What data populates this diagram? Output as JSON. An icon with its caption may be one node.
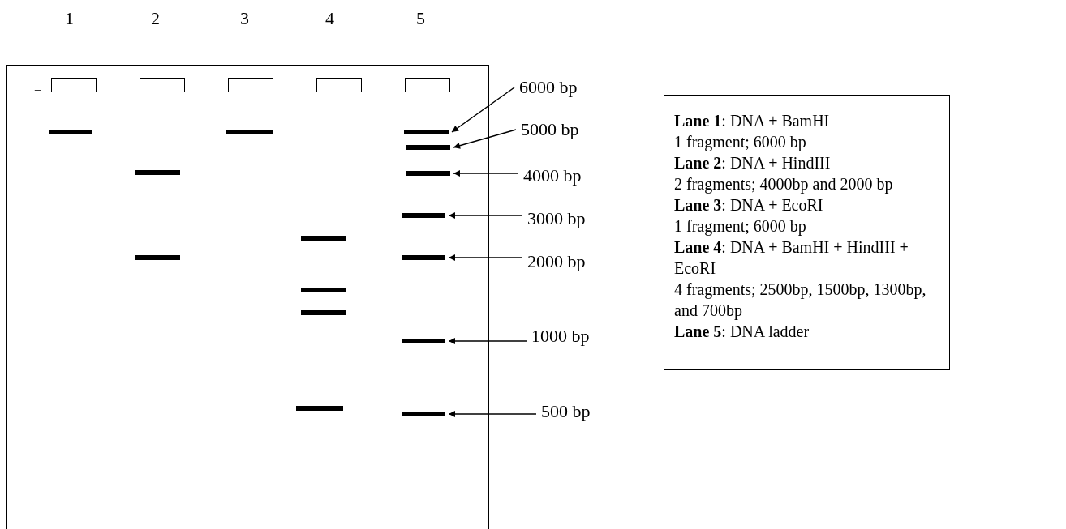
{
  "diagram": {
    "nodes": [
      {
        "text": [],
        "shape": "box"
      },
      {
        "text": [],
        "shape": "bar",
        "in": 0
      },
      {
        "text": [],
        "shape": "bar",
        "in": 0
      },
      {
        "text": [],
        "shape": "bar",
        "in": 0
      },
      {
        "text": [],
        "shape": "bar",
        "in": 0
      },
      {
        "text": [],
        "shape": "bar",
        "in": 0
      },
      {
        "text": [],
        "shape": "bar",
        "in": 0
      },
      {
        "text": [],
        "shape": "bar",
        "in": 0
      },
      {
        "text": [
          "6000 bp"
        ]
      },
      {
        "text": [
          "5000 bp"
        ]
      },
      {
        "text": [
          "4000 bp"
        ]
      },
      {
        "text": [
          "3000 bp"
        ]
      },
      {
        "text": [
          "2000 bp"
        ]
      },
      {
        "text": [
          "1000 bp"
        ]
      },
      {
        "text": [
          "500 bp"
        ]
      },
      {
        "text": [
          "**Lane 1**: DNA + BamHI",
          "1 fragment; 6000 bp",
          "**Lane 2**: DNA + HindIII",
          "2 fragments; 4000bp and 2000 bp",
          "**Lane 3**: DNA + EcoRI",
          "1 fragment; 6000 bp",
          "**Lane 4**: DNA + BamHI + HindIII + EcoRI",
          "4 fragments; 2500bp, 1500bp, 1300bp, and 700bp",
          "**Lane 5**: DNA ladder"
        ]
      }
    ],
    "edges": [
      {
        "from": 8,
        "to": 1,
        "arrow": "to"
      },
      {
        "from": 9,
        "to": 2,
        "arrow": "to"
      },
      {
        "from": 10,
        "to": 3,
        "arrow": "to"
      },
      {
        "from": 11,
        "to": 4,
        "arrow": "to"
      },
      {
        "from": 12,
        "to": 5,
        "arrow": "to"
      },
      {
        "from": 13,
        "to": 6,
        "arrow": "to"
      },
      {
        "from": 14,
        "to": 7,
        "arrow": "to"
      }
    ],
    "labels": [
      "1",
      "2",
      "3",
      "4",
      "5",
      "−"
    ]
  }
}
